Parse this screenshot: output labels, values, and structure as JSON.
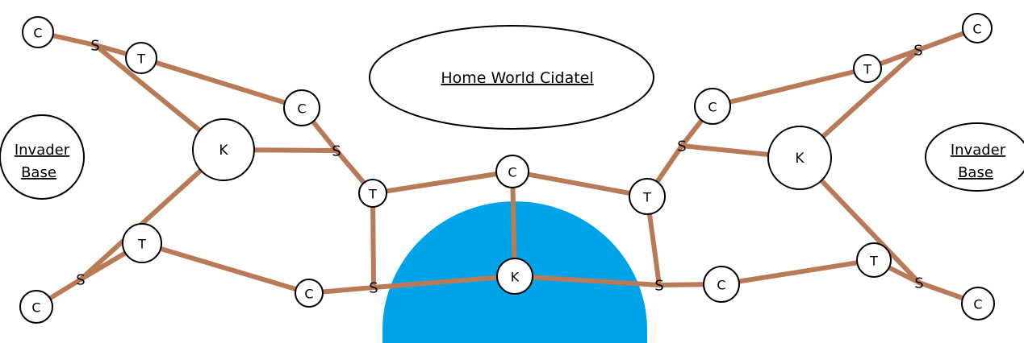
{
  "colors": {
    "background": "#ffffff",
    "water": "#00a2e8",
    "road": "#b97a57",
    "outline": "#000000"
  },
  "citadel": {
    "label": "Home World Cidatel"
  },
  "bases": {
    "left": {
      "line1": "Invader",
      "line2": "Base"
    },
    "right": {
      "line1": "Invader",
      "line2": "Base"
    }
  },
  "nodes": {
    "c_tl": "C",
    "s_tl": "S",
    "t_tl": "T",
    "k_l": "K",
    "c_ml": "C",
    "s_ml": "S",
    "t_ml": "T",
    "c_top": "C",
    "t_mr": "T",
    "s_mr": "S",
    "c_mr": "C",
    "k_r": "K",
    "t_tr": "T",
    "s_tr": "S",
    "c_tr": "C",
    "t_bl": "T",
    "s_bl": "S",
    "c_bl": "C",
    "c_bml": "C",
    "s_bml": "S",
    "k_c": "K",
    "s_bmr": "S",
    "c_bmr": "C",
    "t_br": "T",
    "s_br": "S",
    "c_br": "C"
  }
}
